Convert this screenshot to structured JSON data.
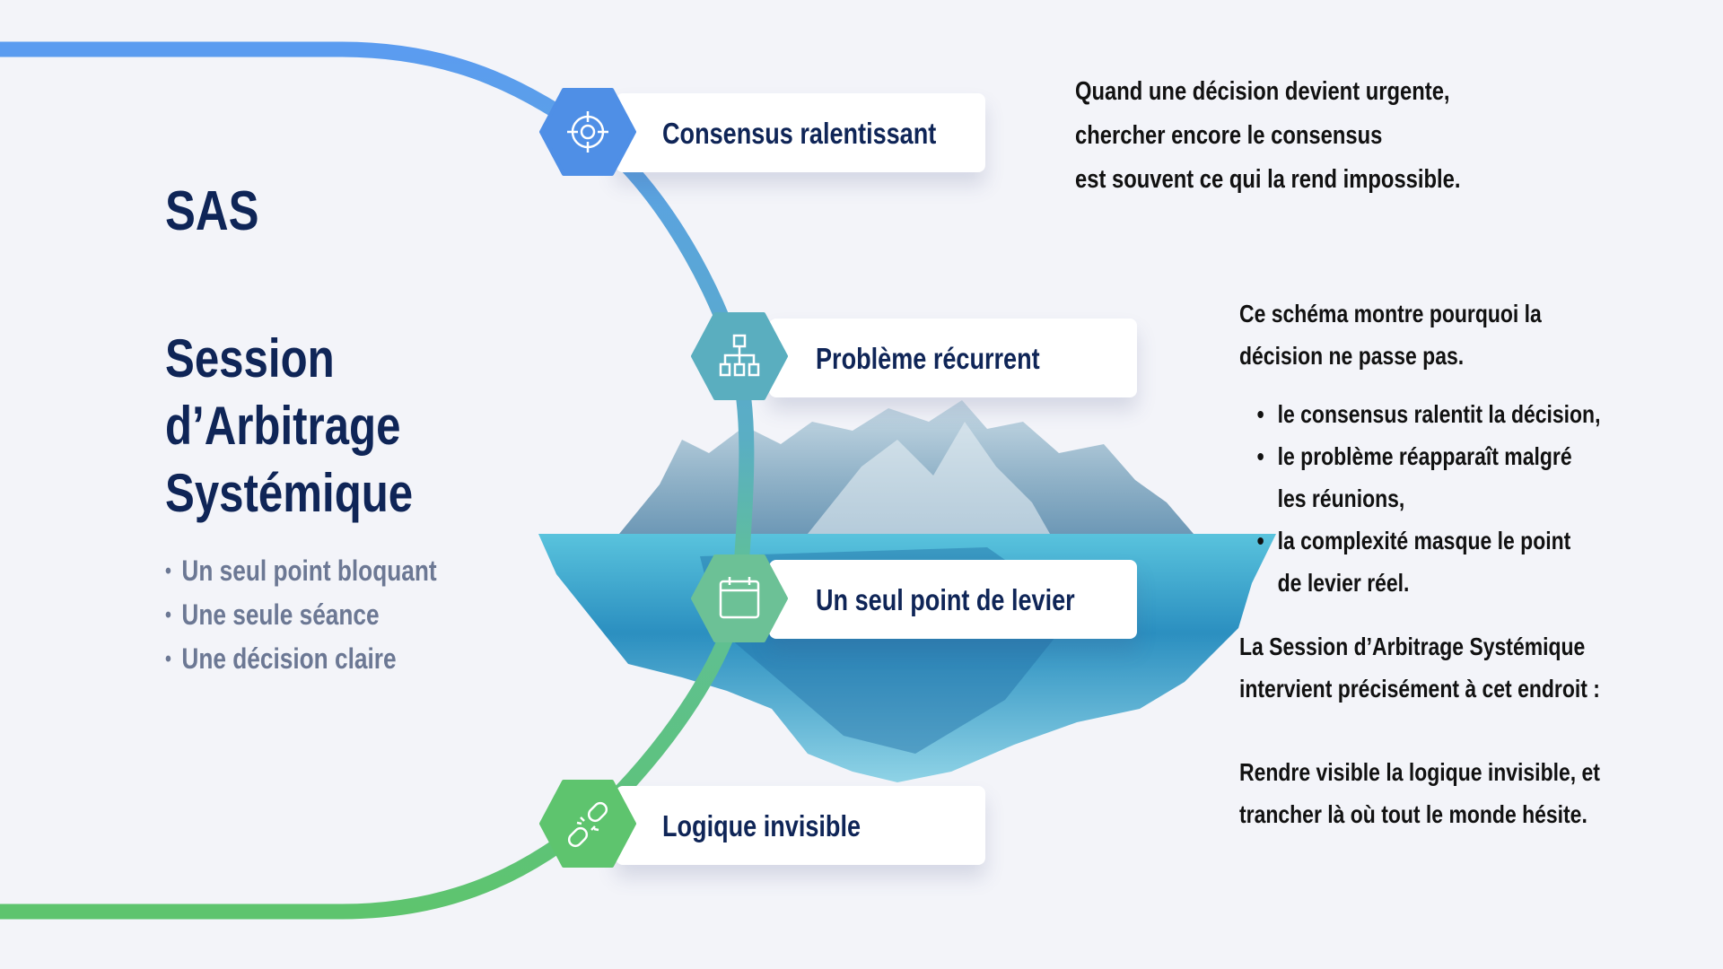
{
  "left": {
    "acronym": "SAS",
    "title_lines": [
      "Session",
      "d’Arbitrage",
      "Systémique"
    ],
    "bullets": [
      "Un seul point bloquant",
      "Une seule séance",
      "Une décision claire"
    ]
  },
  "steps": [
    {
      "label": "Consensus ralentissant",
      "icon": "target-icon",
      "color": "#4f8fe6"
    },
    {
      "label": "Problème récurrent",
      "icon": "hierarchy-icon",
      "color": "#5aaebf"
    },
    {
      "label": "Un seul point de levier",
      "icon": "calendar-icon",
      "color": "#6cc196"
    },
    {
      "label": "Logique invisible",
      "icon": "broken-link-icon",
      "color": "#5ec26e"
    }
  ],
  "quote_lines": [
    "Quand une décision devient urgente,",
    "chercher encore le consensus",
    "est souvent ce qui la rend impossible."
  ],
  "right": {
    "intro_lines": [
      "Ce schéma montre pourquoi la",
      "décision ne passe pas."
    ],
    "bullets": [
      [
        "le consensus ralentit la décision,"
      ],
      [
        "le problème réapparaît malgré",
        "les réunions,"
      ],
      [
        "la complexité masque le point",
        "de levier réel."
      ]
    ],
    "para1_lines": [
      "La Session d’Arbitrage Systémique",
      "intervient précisément à cet endroit :"
    ],
    "para2_lines": [
      "Rendre visible la logique invisible, et",
      "trancher là où tout le monde hésite."
    ]
  },
  "colors": {
    "blue": "#5b9cf0",
    "teal": "#5aaebf",
    "green": "#5ec46e",
    "navy": "#0f2557"
  }
}
